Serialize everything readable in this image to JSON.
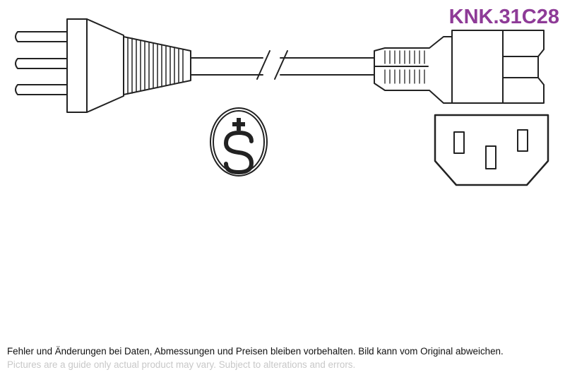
{
  "header": {
    "part_number": "KNK.31C28"
  },
  "symbols": {
    "approval_mark": "plus-s-approval-mark",
    "approval_letter": "S"
  },
  "footer": {
    "disclaimer_de": "Fehler und Änderungen bei Daten, Abmessungen und Preisen bleiben vorbehalten. Bild kann vom Original abweichen.",
    "disclaimer_en": "Pictures are a guide only actual product may vary. Subject to alterations and errors."
  },
  "colors": {
    "accent": "#8e3b97",
    "line": "#222222",
    "muted_text": "#c8c8c8"
  }
}
